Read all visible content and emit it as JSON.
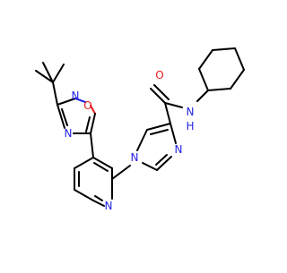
{
  "molecule": {
    "colors": {
      "carbon": "#000000",
      "nitrogen": "#2323e6",
      "oxygen": "#e61a1a",
      "background": "#ffffff"
    },
    "atom_labels": [
      {
        "id": "o-oxadiazole",
        "text": "O",
        "element": "oxygen"
      },
      {
        "id": "n-oxadiazole-upper",
        "text": "N",
        "element": "nitrogen"
      },
      {
        "id": "n-oxadiazole-lower",
        "text": "N",
        "element": "nitrogen"
      },
      {
        "id": "o-carbonyl",
        "text": "O",
        "element": "oxygen"
      },
      {
        "id": "n-amide",
        "text": "N",
        "element": "nitrogen"
      },
      {
        "id": "h-amide",
        "text": "H",
        "element": "nitrogen"
      },
      {
        "id": "n-imidazole-1",
        "text": "N",
        "element": "nitrogen"
      },
      {
        "id": "n-imidazole-3",
        "text": "N",
        "element": "nitrogen"
      },
      {
        "id": "n-pyridine",
        "text": "N",
        "element": "nitrogen"
      }
    ]
  }
}
